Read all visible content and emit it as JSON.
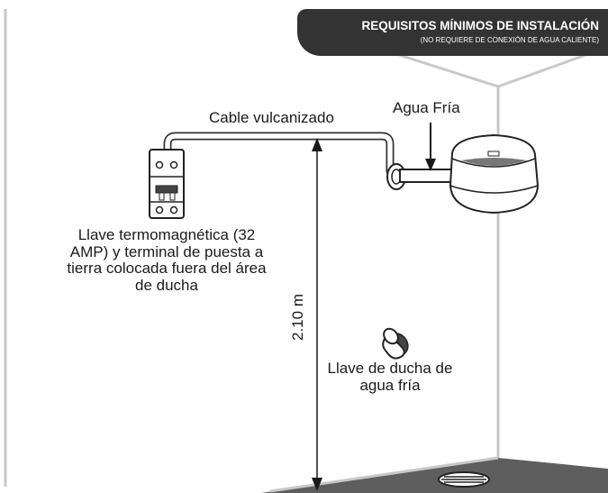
{
  "banner": {
    "title": "REQUISITOS MÍNIMOS DE INSTALACIÓN",
    "subtitle": "(NO REQUIERE DE CONEXIÓN DE AGUA CALIENTE)"
  },
  "labels": {
    "cable": "Cable vulcanizado",
    "cold_water": "Agua Fría",
    "breaker": "Llave termomagnética (32 AMP) y terminal de puesta a tierra colocada fuera del área de ducha",
    "height": "2.10 m",
    "valve": "Llave de ducha de agua fría"
  },
  "colors": {
    "banner": "#333333",
    "wall_edge": "#c8c8c8",
    "floor": "#5e5e5e",
    "line": "#1a1a1a"
  },
  "icons": [
    "breaker-icon",
    "shower-head-icon",
    "valve-icon",
    "drain-icon",
    "arrow-down-icon"
  ]
}
